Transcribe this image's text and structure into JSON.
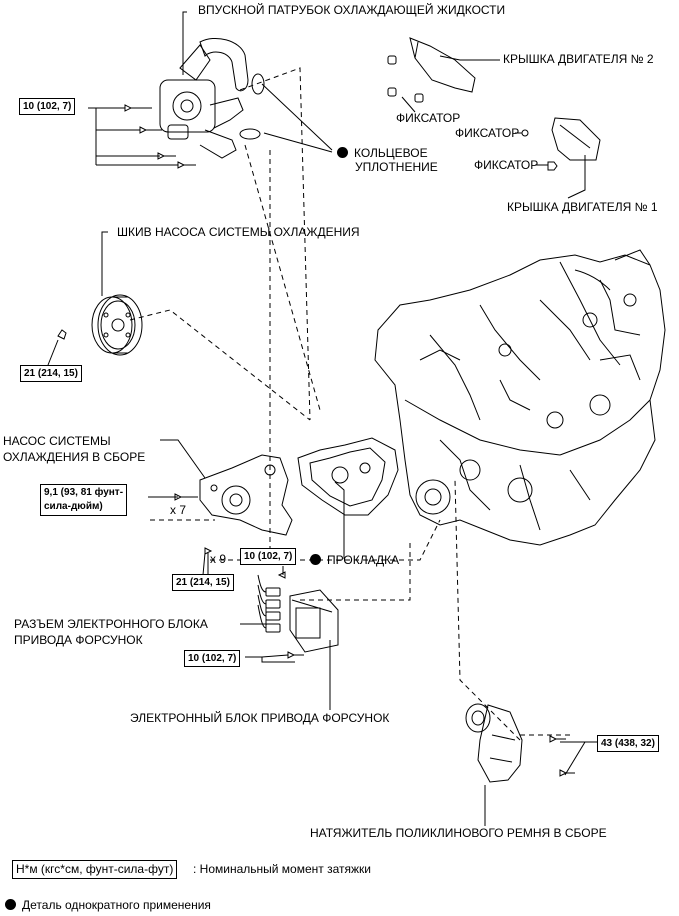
{
  "labels": {
    "intake": "ВПУСКНОЙ ПАТРУБОК ОХЛАЖДАЮЩЕЙ ЖИДКОСТИ",
    "cover2": "КРЫШКА ДВИГАТЕЛЯ № 2",
    "retainer1": "ФИКСАТОР",
    "retainer2": "ФИКСАТОР",
    "retainer3": "ФИКСАТОР",
    "oring_line1": "КОЛЬЦЕВОЕ",
    "oring_line2": "УПЛОТНЕНИЕ",
    "cover1": "КРЫШКА ДВИГАТЕЛЯ № 1",
    "pulley": "ШКИВ НАСОСА СИСТЕМЫ ОХЛАЖДЕНИЯ",
    "pump_line1": "НАСОС СИСТЕМЫ",
    "pump_line2": "ОХЛАЖДЕНИЯ В СБОРЕ",
    "gasket": "ПРОКЛАДКА",
    "connector_line1": "РАЗЪЕМ ЭЛЕКТРОННОГО БЛОКА",
    "connector_line2": "ПРИВОДА ФОРСУНОК",
    "edu": "ЭЛЕКТРОННЫЙ БЛОК ПРИВОДА ФОРСУНОК",
    "tensioner": "НАТЯЖИТЕЛЬ ПОЛИКЛИНОВОГО РЕМНЯ В СБОРЕ",
    "x7": "x 7",
    "x9": "x 9"
  },
  "torques": {
    "intake_bolts": "10 (102, 7)",
    "pulley_bolt": "21 (214, 15)",
    "pump_line1": "9,1 (93, 81 фунт-",
    "pump_line2": "сила-дюйм)",
    "pump_long_bolts": "21 (214, 15)",
    "edu_top": "10 (102, 7)",
    "edu_bottom": "10 (102, 7)",
    "tensioner": "43 (438, 32)"
  },
  "legend": {
    "unit_box": "Н*м (кгс*см, фунт-сила-фут)",
    "unit_text": ": Номинальный момент затяжки",
    "nonreusable": "Деталь однократного применения"
  },
  "icons": {
    "bullet": "filled-circle-icon"
  }
}
